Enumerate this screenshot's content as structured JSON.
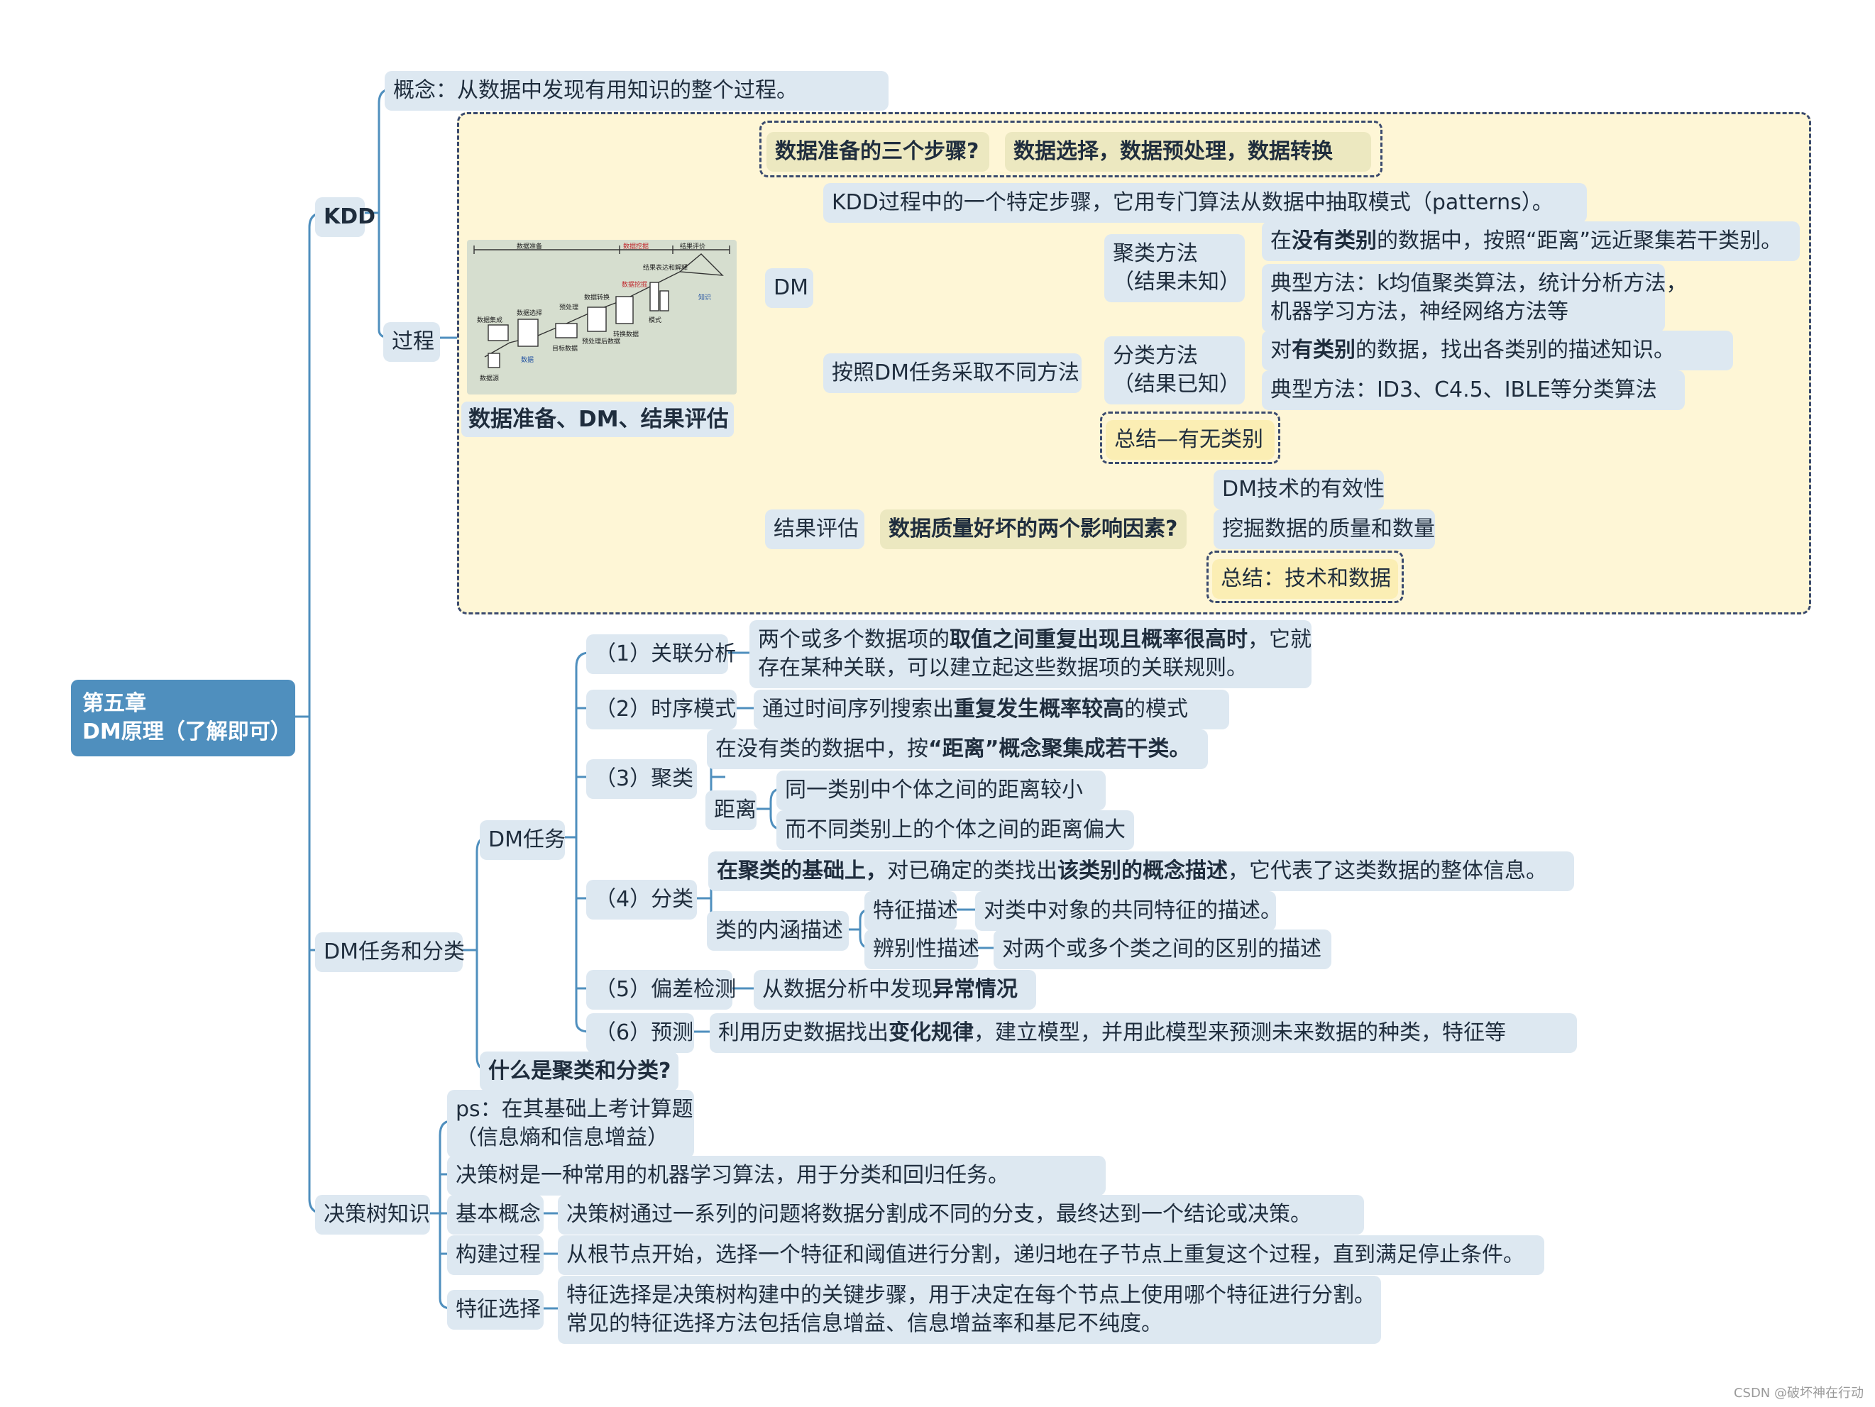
{
  "root": {
    "line1": "第五章",
    "line2": "DM原理（了解即可）"
  },
  "kdd": {
    "label": "KDD",
    "concept": "概念：从数据中发现有用知识的整个过程。",
    "process": "过程",
    "figure": {
      "caption": "数据准备、DM、结果评估",
      "labels": [
        "数据准备",
        "数据挖掘",
        "结果评价",
        "数据源",
        "数据集成",
        "数据选择",
        "预处理",
        "数据转换",
        "数据挖掘",
        "结果表达和解释",
        "目标数据",
        "预处理后数据",
        "转换数据",
        "模式",
        "知识",
        "数据"
      ]
    },
    "prep": {
      "question": "数据准备的三个步骤?",
      "answer": "数据选择，数据预处理，数据转换"
    },
    "dm": {
      "label": "DM",
      "definition": "KDD过程中的一个特定步骤，它用专门算法从数据中抽取模式（patterns）。",
      "by_task": "按照DM任务采取不同方法",
      "cluster": {
        "line1": "聚类方法",
        "line2": "（结果未知）",
        "desc_pre": "在",
        "desc_bold": "没有类别",
        "desc_post": "的数据中，按照“距离”远近聚集若干类别。",
        "typical_line1": "典型方法：k均值聚类算法，统计分析方法，",
        "typical_line2": "机器学习方法，神经网络方法等"
      },
      "classify": {
        "line1": "分类方法",
        "line2": "（结果已知）",
        "desc_pre": "对",
        "desc_bold": "有类别",
        "desc_post": "的数据，找出各类别的描述知识。",
        "typical": "典型方法：ID3、C4.5、IBLE等分类算法"
      },
      "summary": "总结—有无类别"
    },
    "eval": {
      "label": "结果评估",
      "question": "数据质量好坏的两个影响因素?",
      "factor1": "DM技术的有效性",
      "factor2": "挖掘数据的质量和数量",
      "summary": "总结：技术和数据"
    }
  },
  "dm_tasks": {
    "label": "DM任务和分类",
    "tasks_label": "DM任务",
    "assoc": {
      "label": "（1）关联分析",
      "pre": "两个或多个数据项的",
      "bold": "取值之间重复出现且概率很高时",
      "post": "，它就",
      "line2": "存在某种关联，可以建立起这些数据项的关联规则。"
    },
    "seq": {
      "label": "（2）时序模式",
      "pre": "通过时间序列搜索出",
      "bold": "重复发生概率较高",
      "post": "的模式"
    },
    "cluster": {
      "label": "（3）聚类",
      "pre": "在没有类的数据中，按",
      "bold": "“距离”概念聚集成若干类。",
      "distance": "距离",
      "d1": "同一类别中个体之间的距离较小",
      "d2": "而不同类别上的个体之间的距离偏大"
    },
    "classify": {
      "label": "（4）分类",
      "bold1": "在聚类的基础上，",
      "mid": "对已确定的类找出",
      "bold2": "该类别的概念描述",
      "post": "，它代表了这类数据的整体信息。",
      "connotation": "类的内涵描述",
      "feature": "特征描述",
      "feature_desc": "对类中对象的共同特征的描述。",
      "discrim": "辨别性描述",
      "discrim_desc": "对两个或多个类之间的区别的描述"
    },
    "deviation": {
      "label": "（5）偏差检测",
      "pre": "从数据分析中发现",
      "bold": "异常情况"
    },
    "predict": {
      "label": "（6）预测",
      "pre": "利用历史数据找出",
      "bold": "变化规律",
      "post": "，建立模型，并用此模型来预测未来数据的种类，特征等"
    },
    "question": "什么是聚类和分类?"
  },
  "tree": {
    "label": "决策树知识",
    "ps_line1": "ps：在其基础上考计算题",
    "ps_line2": "（信息熵和信息增益）",
    "def": "决策树是一种常用的机器学习算法，用于分类和回归任务。",
    "basic": {
      "label": "基本概念",
      "text": "决策树通过一系列的问题将数据分割成不同的分支，最终达到一个结论或决策。"
    },
    "build": {
      "label": "构建过程",
      "text": "从根节点开始，选择一个特征和阈值进行分割，递归地在子节点上重复这个过程，直到满足停止条件。"
    },
    "feature": {
      "label": "特征选择",
      "line1": "特征选择是决策树构建中的关键步骤，用于决定在每个节点上使用哪个特征进行分割。",
      "line2": "常见的特征选择方法包括信息增益、信息增益率和基尼不纯度。"
    }
  },
  "watermark": "CSDN @破坏神在行动",
  "colors": {
    "root": "#4f8fbe",
    "node": "#dde8f1",
    "line": "#4f8fbe",
    "region": "#fef6d6",
    "border": "#3a4a6e"
  }
}
